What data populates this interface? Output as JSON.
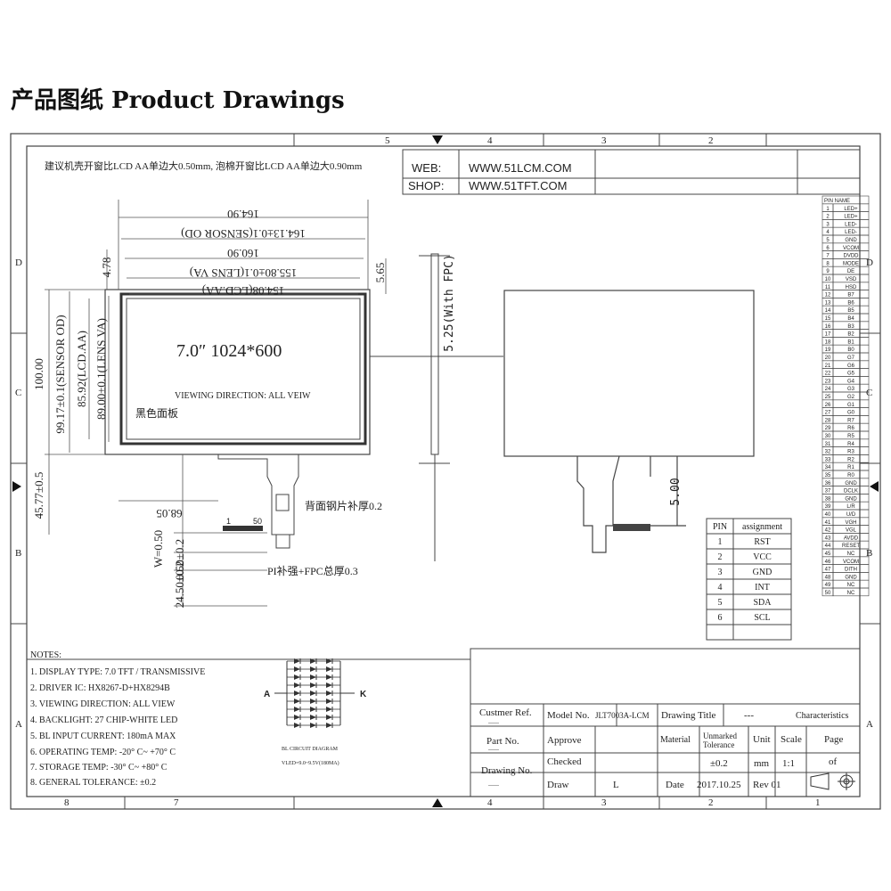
{
  "page_title": "产品图纸 Product Drawings",
  "border": {
    "top_numbers": [
      "5",
      "4",
      "3",
      "2"
    ],
    "bottom_numbers": [
      "8",
      "7",
      "4",
      "3",
      "2",
      "1"
    ],
    "left_letters": [
      "D",
      "C",
      "B",
      "A"
    ],
    "right_letters": [
      "D",
      "C",
      "B",
      "A"
    ]
  },
  "note_top": "建议机壳开窗比LCD AA单边大0.50mm, 泡棉开窗比LCD AA单边大0.90mm",
  "web": {
    "label1": "WEB:",
    "value1": "WWW.51LCM.COM",
    "label2": "SHOP:",
    "value2": "WWW.51TFT.COM"
  },
  "lcd": {
    "title": "7.0″ 1024*600",
    "viewing": "VIEWING DIRECTION:   ALL VEIW",
    "panel_note": "黑色面板",
    "stiffener_note": "背面钢片补厚0.2",
    "fpc_note": "PI补强+FPC总厚0.3",
    "pin1": "1",
    "pin50": "50"
  },
  "dims": {
    "d1": "164.90",
    "d2": "164.13±0.1(SENSOR OD)",
    "d3": "160.90",
    "d4": "155.80±0.1(LENS VA)",
    "d5": "154.08(LCD.AA)",
    "d6": "4.78",
    "d7": "5.65",
    "v1": "100.00",
    "v2": "99.17±0.1(SENSOR OD)",
    "v3": "85.92(LCD.AA)",
    "v4": "89.00±0.1(LENS VA)",
    "v5": "45.77±0.5",
    "h1": "68.05",
    "w1": "W=0.50",
    "w2": "0.50±0.2",
    "w3": "24.50±0.2",
    "t1": "5.25(With FPC)",
    "t2": "5.00"
  },
  "pin_assign": {
    "header": [
      "PIN",
      "assignment"
    ],
    "rows": [
      [
        "1",
        "RST"
      ],
      [
        "2",
        "VCC"
      ],
      [
        "3",
        "GND"
      ],
      [
        "4",
        "INT"
      ],
      [
        "5",
        "SDA"
      ],
      [
        "6",
        "SCL"
      ],
      [
        "",
        ""
      ]
    ]
  },
  "pin_names": {
    "header": "PIN NAME",
    "rows": [
      "LED+",
      "LED+",
      "LED-",
      "LED-",
      "GND",
      "VCOM",
      "DVDD",
      "MODE",
      "DE",
      "VSD",
      "HSD",
      "B7",
      "B6",
      "B5",
      "B4",
      "B3",
      "B2",
      "B1",
      "B0",
      "G7",
      "G6",
      "G5",
      "G4",
      "G3",
      "G2",
      "G1",
      "G0",
      "R7",
      "R6",
      "R5",
      "R4",
      "R3",
      "R2",
      "R1",
      "R0",
      "GND",
      "DCLK",
      "GND",
      "L/R",
      "U/D",
      "VGH",
      "VGL",
      "AVDD",
      "RESET",
      "NC",
      "VCOM",
      "DITH",
      "GND",
      "NC",
      "NC"
    ]
  },
  "notes": {
    "title": "NOTES:",
    "items": [
      "1. DISPLAY TYPE:  7.0  TFT / TRANSMISSIVE",
      "2. DRIVER IC:   HX8267-D+HX8294B",
      "3. VIEWING DIRECTION:   ALL VIEW",
      "4. BACKLIGHT:   27 CHIP-WHITE LED",
      "5. BL INPUT CURRENT:    180mA MAX",
      "6. OPERATING TEMP: -20° C~ +70° C",
      "7. STORAGE TEMP: -30° C~ +80° C",
      "8. GENERAL TOLERANCE: ±0.2"
    ]
  },
  "bl_circuit": {
    "a": "A",
    "k": "K",
    "caption": "BL CIRCUIT DIAGRAM",
    "sub": "VLED=9.0~9.5V(180MA)"
  },
  "title_block": {
    "customer_ref": "Custmer Ref.",
    "part_no": "Part No.",
    "drawing_no": "Drawing No.",
    "dash": "------",
    "model_no_label": "Model No.",
    "model_no": "JLT7003A-LCM",
    "drawing_title_label": "Drawing Title",
    "drawing_title_dash": "---",
    "characteristics": "Characteristics",
    "approve": "Approve",
    "checked": "Checked",
    "draw": "Draw",
    "draw_val": "L",
    "material": "Material",
    "unmarked": "Unmarked",
    "tolerance": "Tolerance",
    "tol_val": "±0.2",
    "unit": "Unit",
    "unit_val": "mm",
    "scale": "Scale",
    "scale_val": "1:1",
    "page": "Page",
    "page_val": "of",
    "date_label": "Date",
    "date": "2017.10.25",
    "rev": "Rev 01"
  }
}
